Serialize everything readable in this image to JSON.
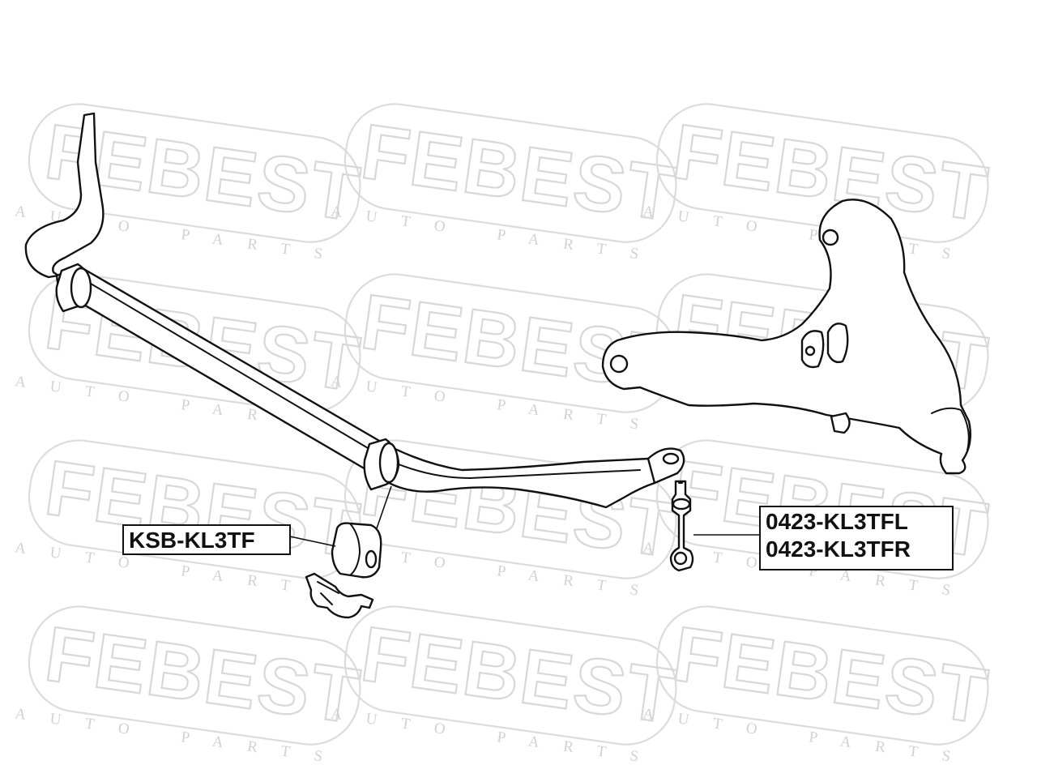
{
  "watermark": {
    "brand": "FEBEST",
    "subtitle": "AUTO PARTS",
    "color": "#d8d8d8"
  },
  "callouts": {
    "bushing": {
      "code": "KSB-KL3TF"
    },
    "link": {
      "codes": [
        "0423-KL3TFL",
        "0423-KL3TFR"
      ]
    }
  },
  "colors": {
    "line": "#111111",
    "background": "#ffffff"
  }
}
